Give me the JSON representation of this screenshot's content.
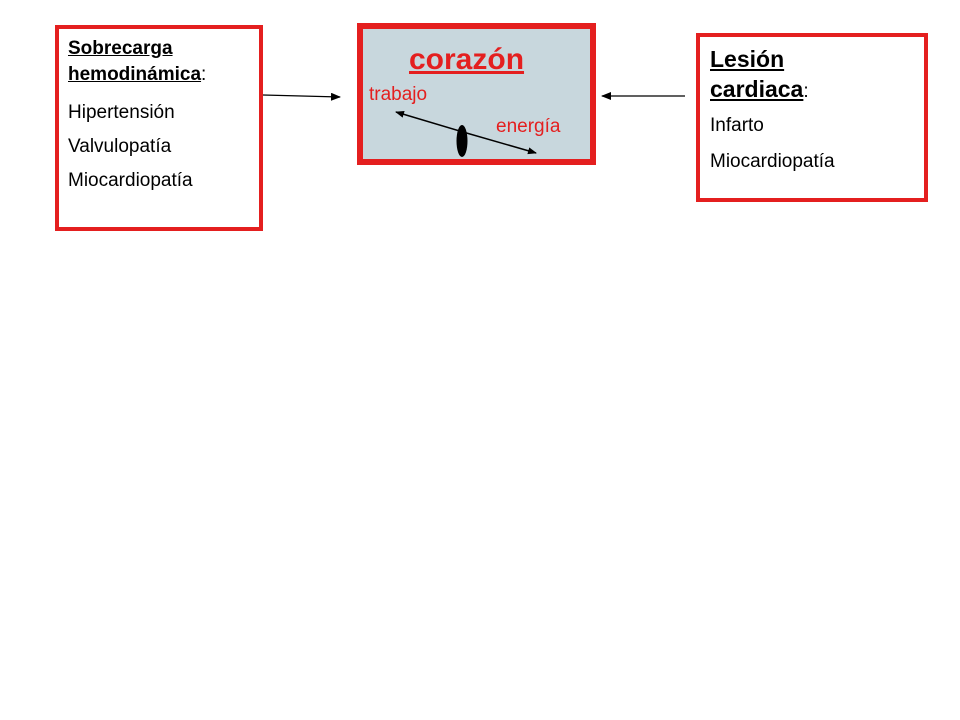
{
  "left_box": {
    "heading_part1": "Sobrecarga",
    "heading_part2": "hemodinámica",
    "heading_colon": ":",
    "items": [
      "Hipertensión",
      "Valvulopatía",
      "Miocardiopatía"
    ]
  },
  "center_box": {
    "title": "corazón",
    "work_label": "trabajo",
    "energy_label": "energía"
  },
  "right_box": {
    "heading_part1": "Lesión",
    "heading_part2": "cardiaca",
    "heading_colon": ":",
    "items": [
      "Infarto",
      "Miocardiopatía"
    ]
  },
  "colors": {
    "border": "#e41f1f",
    "center_fill": "#c8d7dd",
    "text_accent": "#e41f1f",
    "text": "#000000"
  }
}
